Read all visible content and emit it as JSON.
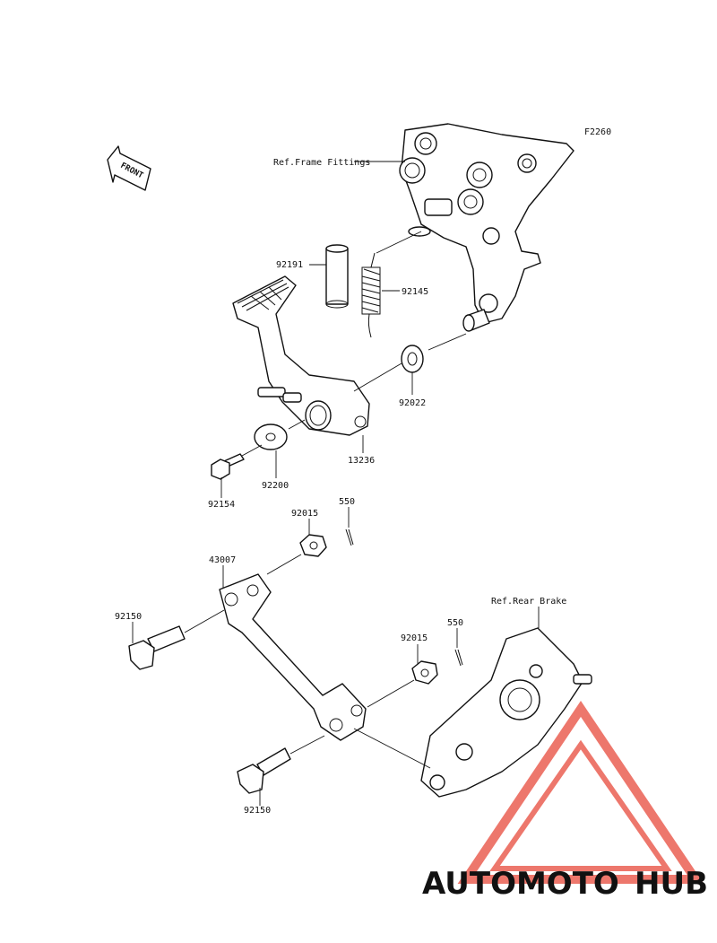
{
  "diagram_code": "F2260",
  "front_label": "FRONT",
  "refs": {
    "frame": "Ref.Frame Fittings",
    "rear_brake": "Ref.Rear Brake"
  },
  "parts": {
    "p92191": "92191",
    "p92145": "92145",
    "p92022": "92022",
    "p13236": "13236",
    "p92154": "92154",
    "p92200": "92200",
    "p550a": "550",
    "p92015a": "92015",
    "p43007": "43007",
    "p92150a": "92150",
    "p550b": "550",
    "p92015b": "92015",
    "p92150b": "92150"
  },
  "watermark": {
    "part1": "AUTOMOTO",
    "part2": "HUB",
    "color1": "#f5b27a",
    "color2": "#7a7a7a",
    "triangle_color": "#e84a3c"
  }
}
